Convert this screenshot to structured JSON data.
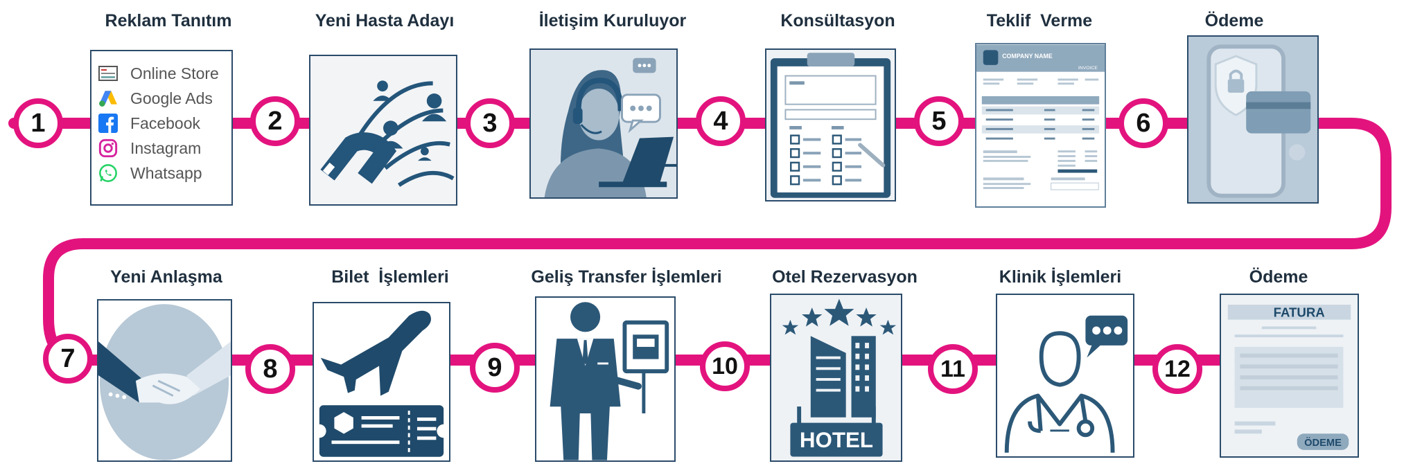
{
  "steps": [
    {
      "n": "1",
      "title": "Reklam Tanıtım"
    },
    {
      "n": "2",
      "title": "Yeni Hasta Adayı"
    },
    {
      "n": "3",
      "title": "İletişim Kuruluyor"
    },
    {
      "n": "4",
      "title": "Konsültasyon"
    },
    {
      "n": "5",
      "title": "Teklif  Verme"
    },
    {
      "n": "6",
      "title": "Ödeme"
    },
    {
      "n": "7",
      "title": "Yeni Anlaşma"
    },
    {
      "n": "8",
      "title": "Bilet  İşlemleri"
    },
    {
      "n": "9",
      "title": "Geliş Transfer İşlemleri"
    },
    {
      "n": "10",
      "title": "Otel Rezervasyon"
    },
    {
      "n": "11",
      "title": "Klinik İşlemleri"
    },
    {
      "n": "12",
      "title": "Ödeme"
    }
  ],
  "ad_channels": [
    {
      "label": "Online Store",
      "icon": "store-icon"
    },
    {
      "label": "Google Ads",
      "icon": "google-ads-icon"
    },
    {
      "label": "Facebook",
      "icon": "facebook-icon"
    },
    {
      "label": "Instagram",
      "icon": "instagram-icon"
    },
    {
      "label": "Whatsapp",
      "icon": "whatsapp-icon"
    }
  ],
  "invoice": {
    "company": "COMPANY NAME",
    "doc": "INVOICE"
  },
  "hotel_sign": "HOTEL",
  "fatura": {
    "title": "FATURA",
    "button": "ÖDEME"
  },
  "colors": {
    "track": "#e3137e",
    "navy": "#1f4a6b",
    "slate": "#6b8aa3",
    "light": "#c9d6e1"
  }
}
